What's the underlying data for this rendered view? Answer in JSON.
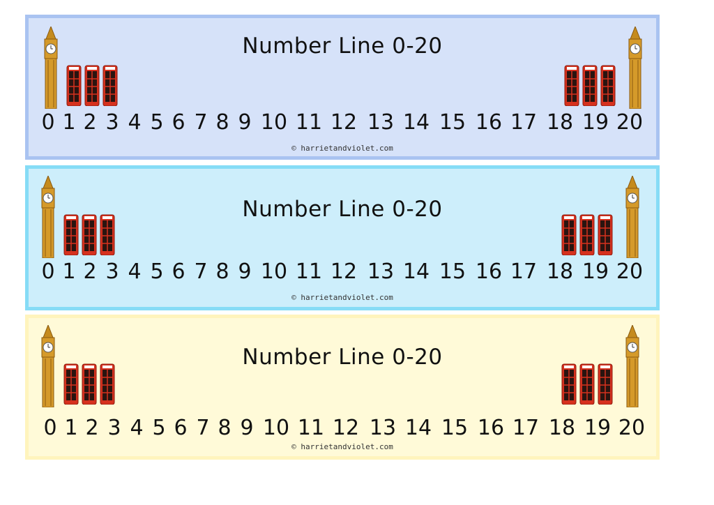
{
  "strips": [
    {
      "title": "Number Line 0-20",
      "copyright": "© harrietandviolet.com",
      "bg": "#d6e2f9",
      "border": "#a9c3f1"
    },
    {
      "title": "Number Line 0-20",
      "copyright": "© harrietandviolet.com",
      "bg": "#cdeefb",
      "border": "#86dcf6"
    },
    {
      "title": "Number Line 0-20",
      "copyright": "© harrietandviolet.com",
      "bg": "#fffad8",
      "border": "#fff4bd"
    }
  ],
  "numbers": [
    "0",
    "1",
    "2",
    "3",
    "4",
    "5",
    "6",
    "7",
    "8",
    "9",
    "10",
    "11",
    "12",
    "13",
    "14",
    "15",
    "16",
    "17",
    "18",
    "19",
    "20"
  ],
  "icons": {
    "tower": "big-ben-icon",
    "booth": "telephone-box-icon"
  },
  "colors": {
    "tower": "#c58b1e",
    "booth": "#d6311e"
  }
}
